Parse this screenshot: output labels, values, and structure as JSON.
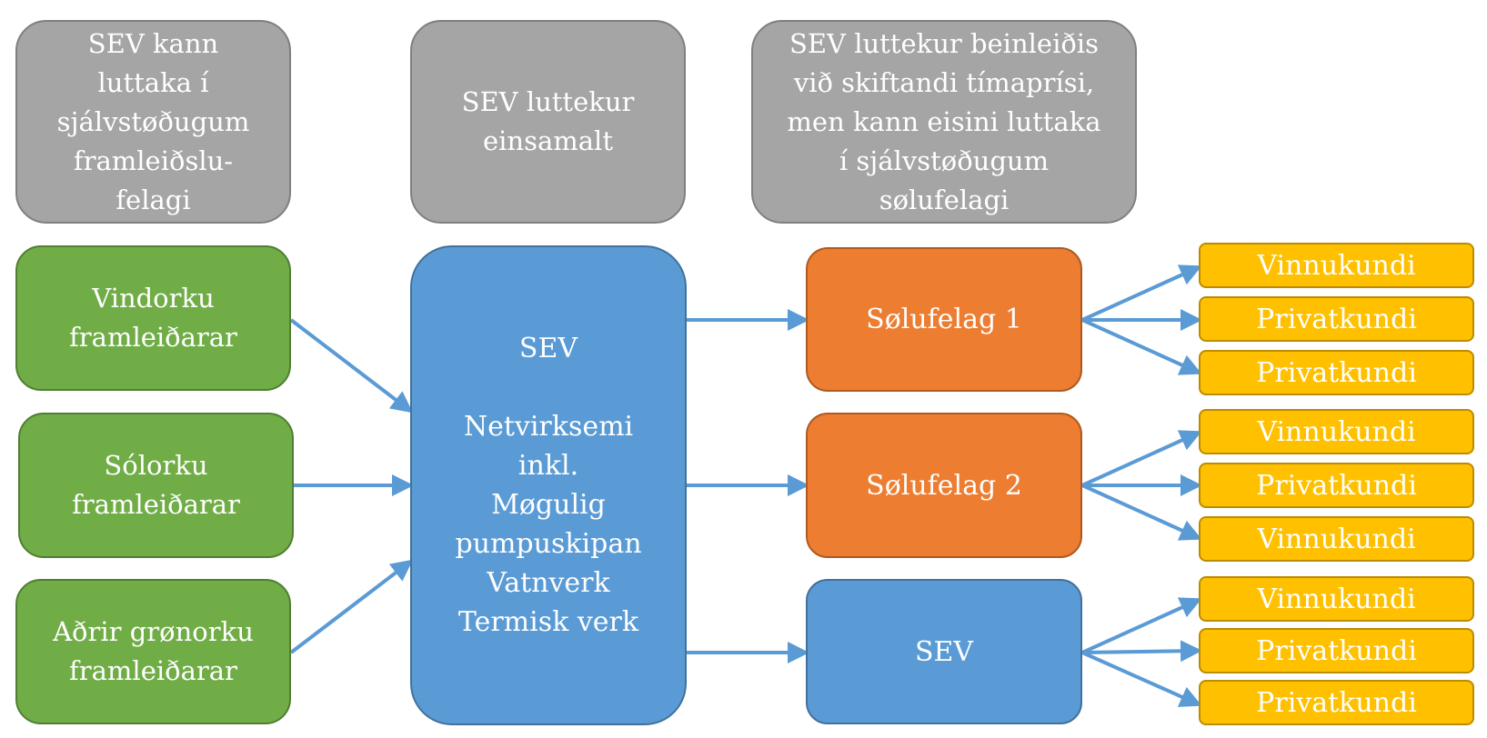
{
  "colors": {
    "gray": "#a5a5a5",
    "green": "#70ad47",
    "blue": "#5b9bd5",
    "orange": "#ed7d31",
    "yellow": "#ffc000",
    "arrow": "#5b9bd5"
  },
  "header": {
    "left": "SEV kann\nluttaka í\nsjálvstøðugum\nframleiðslu-\nfelagi",
    "middle": "SEV luttekur\neinsamalt",
    "right": "SEV luttekur beinleiðis\nvið skiftandi tímaprísi,\nmen kann eisini luttaka\ní sjálvstøðugum\nsølufelagi"
  },
  "producers": [
    "Vindorku\nframleiðarar",
    "Sólorku\nframleiðarar",
    "Aðrir grønorku\nframleiðarar"
  ],
  "center": "SEV\n\nNetvirksemi\ninkl.\nMøgulig\npumpuskipan\nVatnverk\nTermisk verk",
  "retailers": [
    "Sølufelag 1",
    "Sølufelag 2",
    "SEV"
  ],
  "customers": [
    [
      "Vinnukundi",
      "Privatkundi",
      "Privatkundi"
    ],
    [
      "Vinnukundi",
      "Privatkundi",
      "Vinnukundi"
    ],
    [
      "Vinnukundi",
      "Privatkundi",
      "Privatkundi"
    ]
  ]
}
